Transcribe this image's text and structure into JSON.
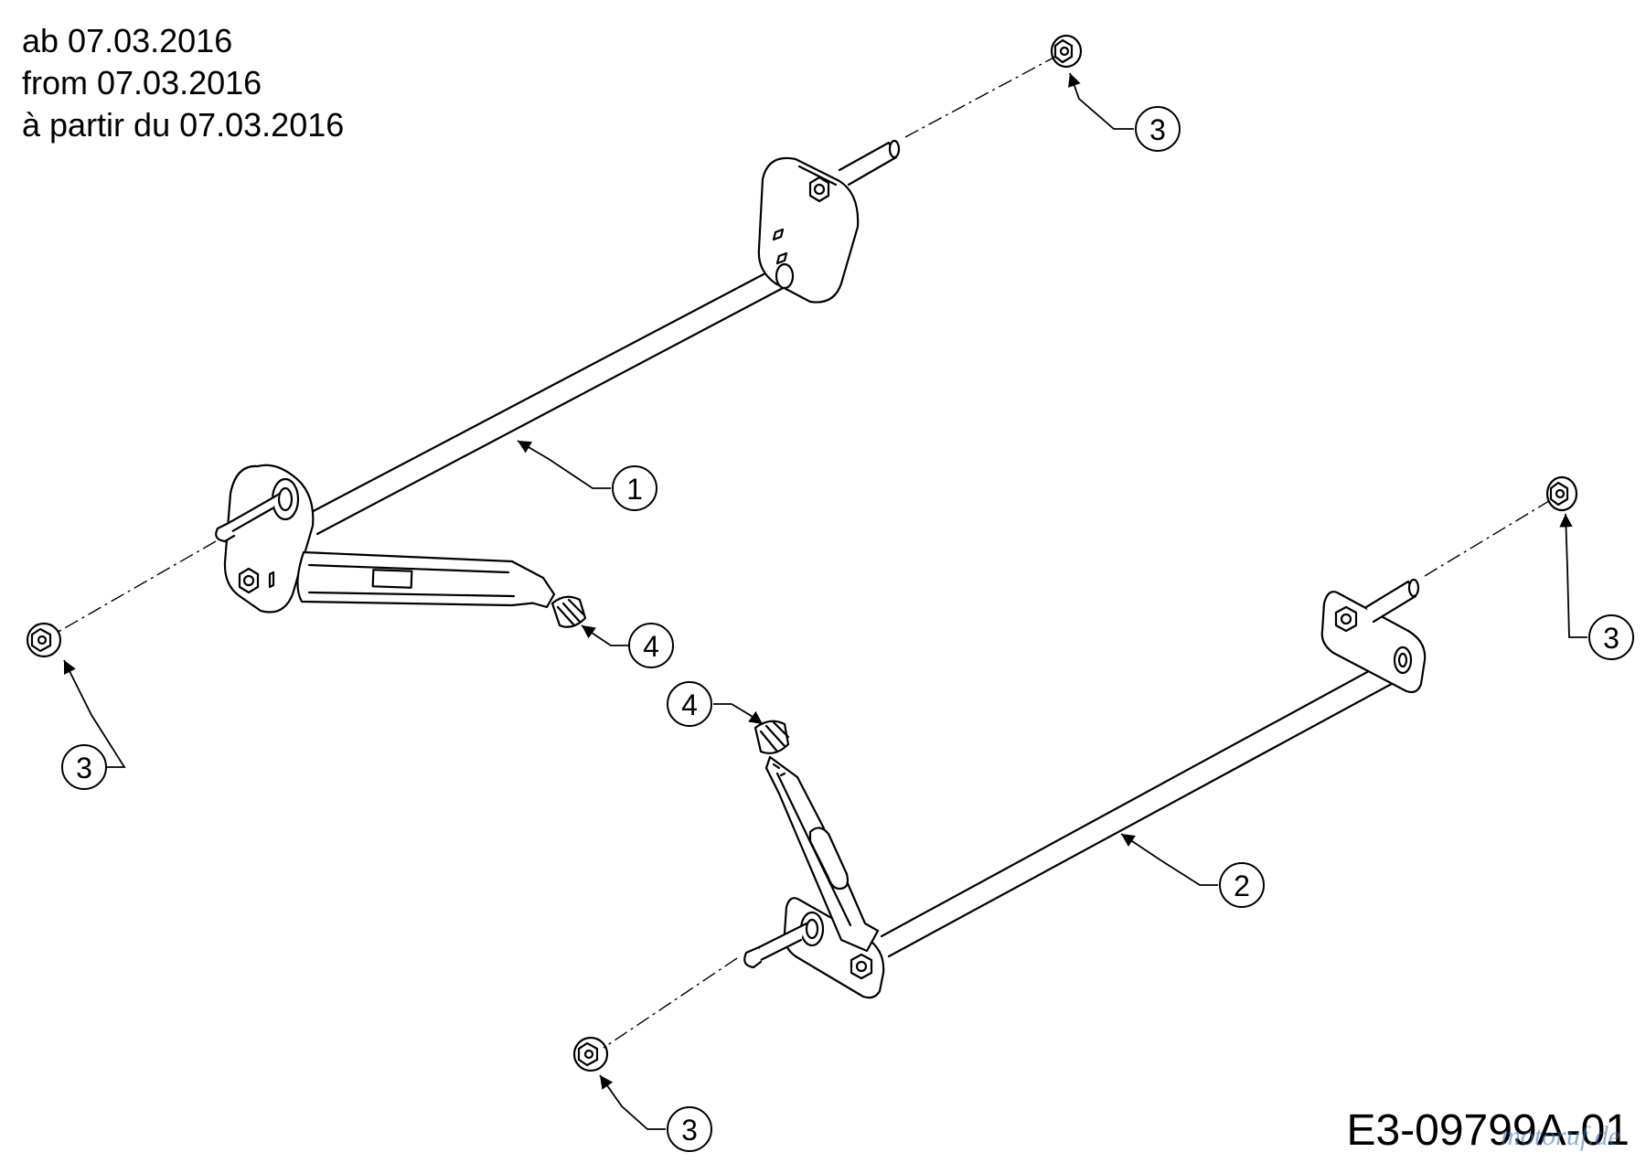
{
  "header": {
    "line_de": "ab 07.03.2016",
    "line_en": "from 07.03.2016",
    "line_fr": "à partir du 07.03.2016"
  },
  "callouts": {
    "c1": "1",
    "c2": "2",
    "c3_top": "3",
    "c3_right": "3",
    "c3_left": "3",
    "c3_bottom": "3",
    "c4_upper": "4",
    "c4_lower": "4"
  },
  "drawing_code": "E3-09799A-01",
  "watermark": "motoruf.de"
}
